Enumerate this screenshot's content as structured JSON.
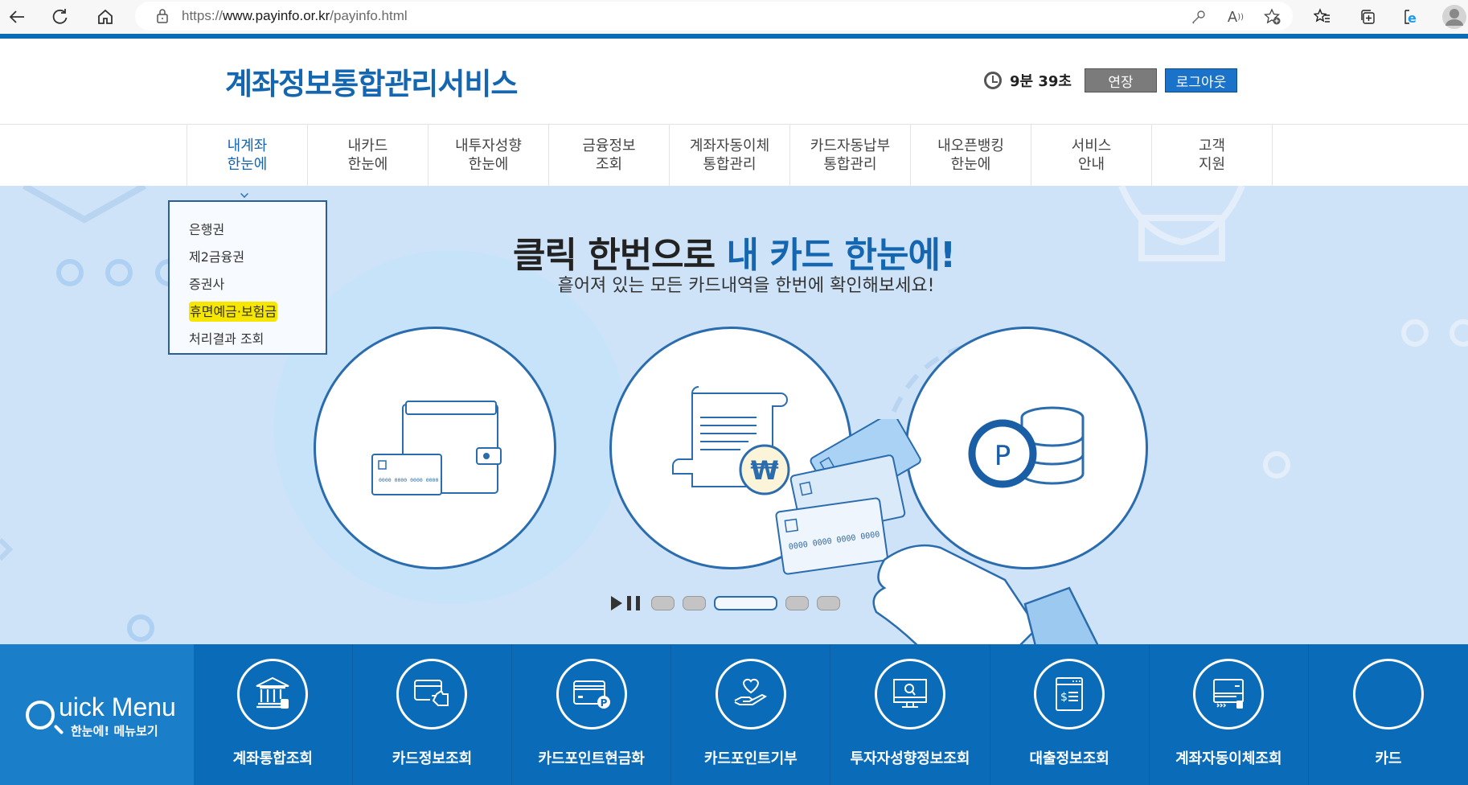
{
  "browser": {
    "url_prefix": "https://",
    "url_domain": "www.payinfo.or.kr",
    "url_path": "/payinfo.html"
  },
  "header": {
    "site_title": "계좌정보통합관리서비스",
    "timer": "9분 39초",
    "extend_label": "연장",
    "logout_label": "로그아웃"
  },
  "nav": {
    "items": [
      {
        "line1": "내계좌",
        "line2": "한눈에"
      },
      {
        "line1": "내카드",
        "line2": "한눈에"
      },
      {
        "line1": "내투자성향",
        "line2": "한눈에"
      },
      {
        "line1": "금융정보",
        "line2": "조회"
      },
      {
        "line1": "계좌자동이체",
        "line2": "통합관리"
      },
      {
        "line1": "카드자동납부",
        "line2": "통합관리"
      },
      {
        "line1": "내오픈뱅킹",
        "line2": "한눈에"
      },
      {
        "line1": "서비스",
        "line2": "안내"
      },
      {
        "line1": "고객",
        "line2": "지원"
      }
    ]
  },
  "dropdown": {
    "items": [
      {
        "label": "은행권"
      },
      {
        "label": "제2금융권"
      },
      {
        "label": "증권사"
      },
      {
        "label": "휴면예금·보험금"
      },
      {
        "label": "처리결과 조회"
      }
    ]
  },
  "banner": {
    "title_plain": "클릭 한번으로 ",
    "title_highlight": "내 카드 한눈에!",
    "subtitle": "흩어져 있는 모든 카드내역을 한번에 확인해보세요!",
    "card_number": "0000 0000 0000 0000",
    "won_symbol": "₩",
    "point_symbol": "P",
    "active_slide": 3,
    "slide_count": 5
  },
  "quick_menu": {
    "title": "uick Menu",
    "subtitle": "한눈에! 메뉴보기",
    "items": [
      {
        "label": "계좌통합조회",
        "icon": "bank-icon"
      },
      {
        "label": "카드정보조회",
        "icon": "card-hand-icon"
      },
      {
        "label": "카드포인트현금화",
        "icon": "card-point-icon"
      },
      {
        "label": "카드포인트기부",
        "icon": "heart-hand-icon"
      },
      {
        "label": "투자자성향정보조회",
        "icon": "monitor-search-icon"
      },
      {
        "label": "대출정보조회",
        "icon": "loan-document-icon"
      },
      {
        "label": "계좌자동이체조회",
        "icon": "auto-transfer-icon"
      },
      {
        "label": "카드",
        "icon": "card-icon"
      }
    ]
  },
  "colors": {
    "brand_blue": "#1466b0",
    "banner_bg": "#cfe3f8",
    "quick_bg": "#0a6bb8",
    "highlight": "#f7e600"
  }
}
